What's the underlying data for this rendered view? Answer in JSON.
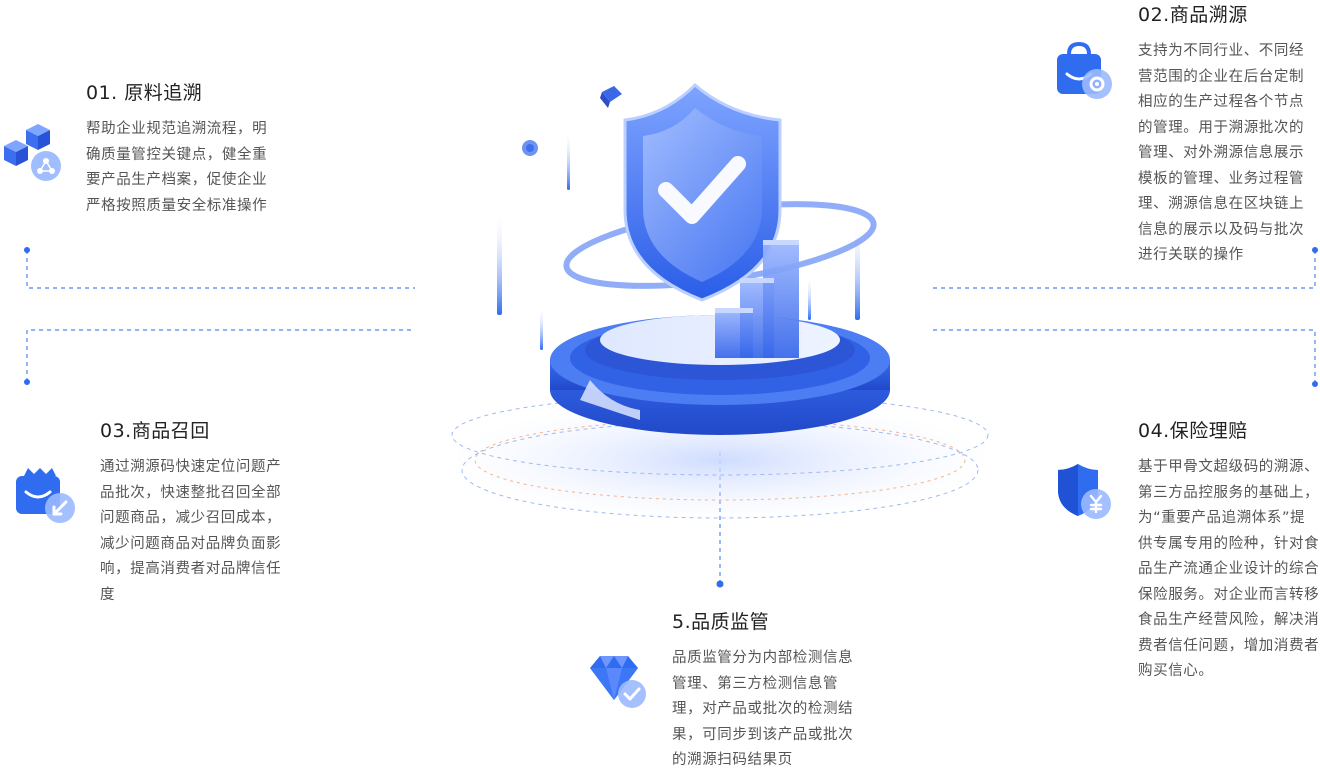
{
  "sections": [
    {
      "title": "01. 原料追溯",
      "body": "帮助企业规范追溯流程，明确质量管控关键点，健全重要产品生产档案，促使企业严格按照质量安全标准操作",
      "icon": "cubes-icon"
    },
    {
      "title": "02.商品溯源",
      "body": "支持为不同行业、不同经营范围的企业在后台定制相应的生产过程各个节点的管理。用于溯源批次的管理、对外溯源信息展示模板的管理、业务过程管理、溯源信息在区块链上信息的展示以及码与批次进行关联的操作",
      "icon": "shopping-bag-icon"
    },
    {
      "title": "03.商品召回",
      "body": "通过溯源码快速定位问题产品批次，快速整批召回全部问题商品，减少召回成本，减少问题商品对品牌负面影响，提高消费者对品牌信任度",
      "icon": "recall-bag-icon"
    },
    {
      "title": "04.保险理赔",
      "body": "基于甲骨文超级码的溯源、第三方品控服务的基础上，为“重要产品追溯体系”提供专属专用的险种，针对食品生产流通企业设计的综合保险服务。对企业而言转移食品生产经营风险，解决消费者信任问题，增加消费者购买信心。",
      "icon": "insurance-shield-icon"
    },
    {
      "title": "5.品质监管",
      "body": "品质监管分为内部检测信息管理、第三方检测信息管理，对产品或批次的检测结果，可同步到该产品或批次的溯源扫码结果页",
      "icon": "diamond-check-icon"
    }
  ],
  "colors": {
    "accent": "#2f6cf0",
    "accent_light": "#8fb1ff",
    "text": "#555555",
    "title": "#222222"
  }
}
